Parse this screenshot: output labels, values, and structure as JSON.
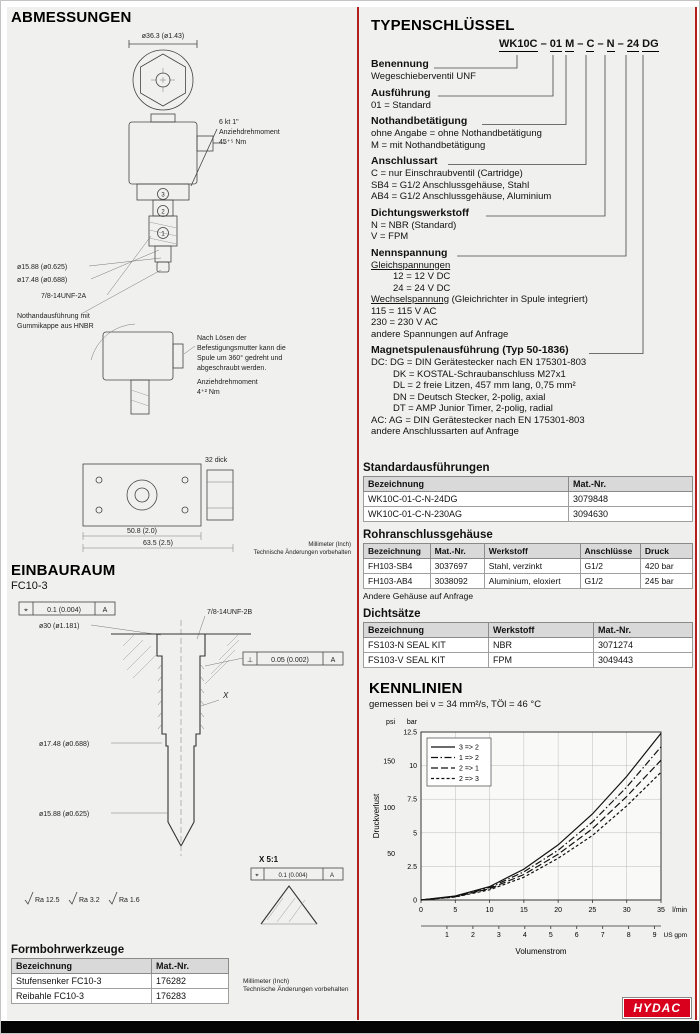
{
  "notes": {
    "mm": "Millimeter (Inch)",
    "tech": "Technische Änderungen vorbehalten"
  },
  "footer": {
    "brand": "HYDAC",
    "brand_color": "#d8001c"
  },
  "abmessungen": {
    "title": "ABMESSUNGEN",
    "labels": {
      "dia_top": "ø36.3 (ø1.43)",
      "hex": "6 kt 1\"",
      "torque_a": "Anziehdrehmoment",
      "torque_b": "45⁺⁵ Nm",
      "d1588": "ø15.88 (ø0.625)",
      "d1748": "ø17.48 (ø0.688)",
      "thread": "7/8-14UNF-2A",
      "nothand_a": "Nothandausführung mit",
      "nothand_b": "Gummikappe aus HNBR",
      "coil_note_1": "Nach Lösen der",
      "coil_note_2": "Befestigungsmutter kann die",
      "coil_note_3": "Spule um 360° gedreht und",
      "coil_note_4": "abgeschraubt werden.",
      "coil_note_5": "Anziehdrehmoment",
      "coil_note_6": "4⁺² Nm",
      "block_thick": "32 dick",
      "dim_508": "50.8 (2.0)",
      "dim_635": "63.5 (2.5)",
      "marker_1": "1",
      "marker_2": "2",
      "marker_3": "3"
    }
  },
  "einbauraum": {
    "title": "EINBAURAUM",
    "subtitle": "FC10-3",
    "labels": {
      "tol_pos_sym": "⌖",
      "tol_pos_val": "0.1 (0.004)",
      "tol_pos_ref": "A",
      "tol_perp_sym": "⊥",
      "tol_perp_val": "0.05 (0.002)",
      "tol_perp_ref": "A",
      "thread": "7/8-14UNF-2B",
      "dia_top": "ø30 (ø1.181)",
      "d1748": "ø17.48 (ø0.688)",
      "d1588": "ø15.88 (ø0.625)",
      "x_marker": "X",
      "detail": "X 5:1",
      "ra_125": "Ra 12.5",
      "ra_32": "Ra 3.2",
      "ra_16": "Ra 1.6"
    }
  },
  "formbohrwerkzeuge": {
    "title": "Formbohrwerkzeuge",
    "headers": [
      "Bezeichnung",
      "Mat.-Nr."
    ],
    "rows": [
      [
        "Stufensenker FC10-3",
        "176282"
      ],
      [
        "Reibahle FC10-3",
        "176283"
      ]
    ]
  },
  "typenschluessel": {
    "title": "TYPENSCHLÜSSEL",
    "code_tokens": [
      "WK10C",
      "01",
      "M",
      "C",
      "N",
      "24",
      "DG"
    ],
    "code_separators": [
      " – ",
      " ",
      " – ",
      " – ",
      " – ",
      " "
    ],
    "sections": [
      {
        "heading": "Benennung",
        "lines": [
          {
            "t": "Wegeschieberventil UNF"
          }
        ]
      },
      {
        "heading": "Ausführung",
        "lines": [
          {
            "t": "01 = Standard"
          }
        ]
      },
      {
        "heading": "Nothandbetätigung",
        "lines": [
          {
            "t": "ohne Angabe = ohne Nothandbetätigung"
          },
          {
            "t": "M = mit Nothandbetätigung"
          }
        ]
      },
      {
        "heading": "Anschlussart",
        "lines": [
          {
            "t": "C = nur Einschraubventil (Cartridge)"
          },
          {
            "t": "SB4 = G1/2 Anschlussgehäuse, Stahl"
          },
          {
            "t": "AB4 = G1/2 Anschlussgehäuse, Aluminium"
          }
        ]
      },
      {
        "heading": "Dichtungswerkstoff",
        "lines": [
          {
            "t": "N = NBR (Standard)"
          },
          {
            "t": "V = FPM"
          }
        ]
      },
      {
        "heading": "Nennspannung",
        "lines": [
          {
            "t": "Gleichspannungen",
            "u": true
          },
          {
            "t": "12 = 12 V DC",
            "ind": true
          },
          {
            "t": "24 = 24 V DC",
            "ind": true
          },
          {
            "t": "Wechselspannung",
            "u": true,
            "rest": " (Gleichrichter in Spule integriert)"
          },
          {
            "t": "115 = 115 V AC"
          },
          {
            "t": "230 = 230 V AC"
          },
          {
            "t": "andere Spannungen auf Anfrage"
          }
        ]
      },
      {
        "heading": "Magnetspulenausführung (Typ 50-1836)",
        "lines": [
          {
            "t": "DC: DG = DIN Gerätestecker nach EN 175301-803"
          },
          {
            "t": "DK = KOSTAL-Schraubanschluss M27x1",
            "ind": true
          },
          {
            "t": "DL = 2 freie Litzen, 457 mm lang, 0,75 mm²",
            "ind": true
          },
          {
            "t": "DN = Deutsch Stecker, 2-polig, axial",
            "ind": true
          },
          {
            "t": "DT = AMP Junior Timer, 2-polig, radial",
            "ind": true
          },
          {
            "t": "AC: AG = DIN Gerätestecker nach EN 175301-803"
          },
          {
            "t": "andere Anschlussarten auf Anfrage"
          }
        ]
      }
    ]
  },
  "tables": {
    "standard": {
      "title": "Standardausführungen",
      "headers": [
        "Bezeichnung",
        "Mat.-Nr."
      ],
      "rows": [
        [
          "WK10C-01-C-N-24DG",
          "3079848"
        ],
        [
          "WK10C-01-C-N-230AG",
          "3094630"
        ]
      ]
    },
    "rohr": {
      "title": "Rohranschlussgehäuse",
      "headers": [
        "Bezeichnung",
        "Mat.-Nr.",
        "Werkstoff",
        "Anschlüsse",
        "Druck"
      ],
      "rows": [
        [
          "FH103-SB4",
          "3037697",
          "Stahl, verzinkt",
          "G1/2",
          "420 bar"
        ],
        [
          "FH103-AB4",
          "3038092",
          "Aluminium, eloxiert",
          "G1/2",
          "245 bar"
        ]
      ],
      "note": "Andere Gehäuse auf Anfrage"
    },
    "dicht": {
      "title": "Dichtsätze",
      "headers": [
        "Bezeichnung",
        "Werkstoff",
        "Mat.-Nr."
      ],
      "rows": [
        [
          "FS103-N SEAL KIT",
          "NBR",
          "3071274"
        ],
        [
          "FS103-V SEAL KIT",
          "FPM",
          "3049443"
        ]
      ]
    }
  },
  "kennlinien": {
    "title": "KENNLINIEN",
    "subtitle": "gemessen bei ν = 34 mm²/s, TÖl = 46 °C"
  },
  "chart_data": {
    "type": "line",
    "title": "KENNLINIEN",
    "xlabel": "Volumenstrom",
    "ylabel": "Druckverlust",
    "x_unit_primary": "l/min",
    "x_unit_secondary": "US gpm",
    "y_unit_primary": "bar",
    "y_unit_secondary": "psi",
    "xlim": [
      0,
      35
    ],
    "ylim": [
      0,
      12.5
    ],
    "grid": true,
    "legend_position": "top-left",
    "x": [
      0,
      5,
      10,
      15,
      20,
      25,
      30,
      35
    ],
    "x_ticks": [
      0,
      5,
      10,
      15,
      20,
      25,
      30,
      35
    ],
    "x_ticks_gpm": [
      1,
      2,
      3,
      4,
      5,
      6,
      7,
      8,
      9
    ],
    "y_ticks_bar": [
      0,
      2.5,
      5,
      7.5,
      10,
      12.5
    ],
    "y_ticks_psi": [
      50,
      100,
      150
    ],
    "series": [
      {
        "name": "3 => 2",
        "style": "solid",
        "values": [
          0,
          0.3,
          1.0,
          2.3,
          4.1,
          6.4,
          9.2,
          12.4
        ]
      },
      {
        "name": "1 => 2",
        "style": "dash-dot",
        "values": [
          0,
          0.27,
          0.92,
          2.1,
          3.7,
          5.8,
          8.4,
          11.4
        ]
      },
      {
        "name": "2 => 1",
        "style": "dash",
        "values": [
          0,
          0.24,
          0.84,
          1.9,
          3.4,
          5.3,
          7.7,
          10.4
        ]
      },
      {
        "name": "2 => 3",
        "style": "dash-short",
        "values": [
          0,
          0.22,
          0.76,
          1.7,
          3.1,
          4.8,
          7.0,
          9.5
        ]
      }
    ]
  }
}
